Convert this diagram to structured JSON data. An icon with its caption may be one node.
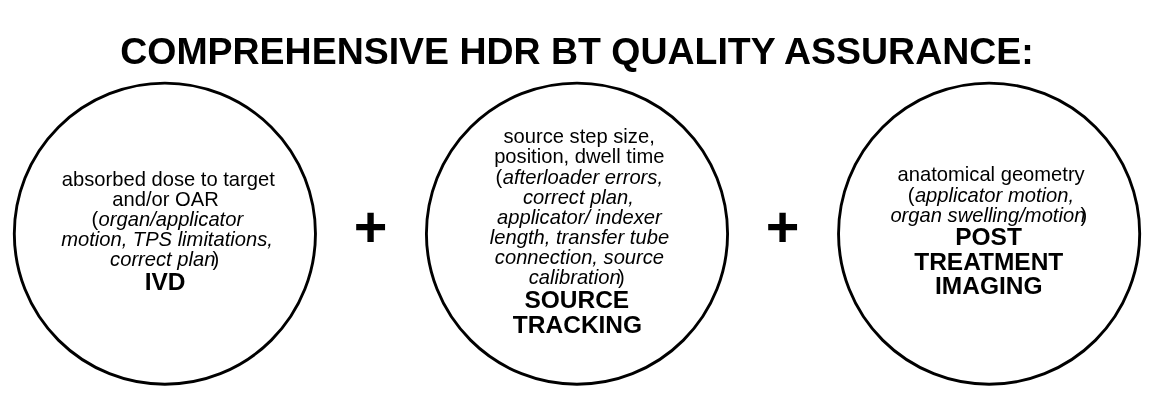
{
  "diagram": {
    "title": "COMPREHENSIVE HDR BT QUALITY ASSURANCE:",
    "nodes": [
      {
        "text": [
          "absorbed dose to target and/or OAR (*organ/applicator motion, TPS limitations, correct plan*)",
          "IVD"
        ]
      },
      {
        "text": [
          "source step size, position, dwell time (*afterloader errors, correct plan, applicator/ indexer length, transfer tube connection, source calibration*)",
          "SOURCE TRACKING"
        ]
      },
      {
        "text": [
          "anatomical geometry (*applicator motion, organ swelling/motion*)",
          "POST TREATMENT IMAGING"
        ]
      }
    ],
    "edges": [],
    "labels": [
      "+",
      "+"
    ]
  }
}
